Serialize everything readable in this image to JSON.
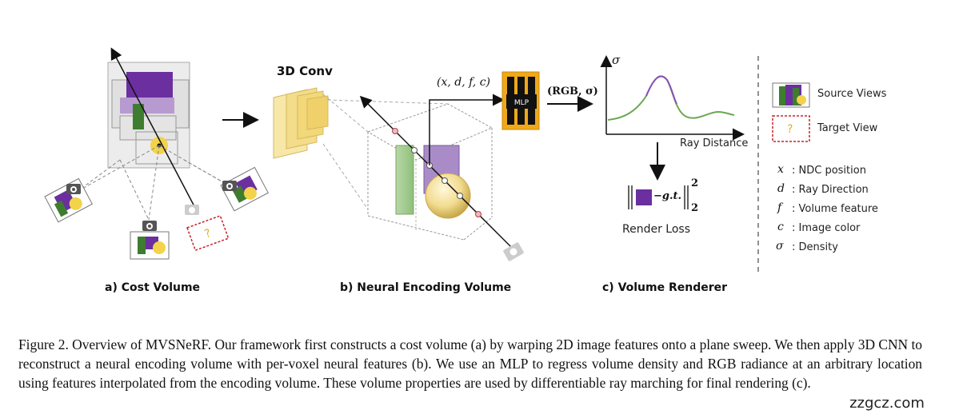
{
  "panels": {
    "a_label": "a) Cost Volume",
    "b_label": "b) Neural Encoding Volume",
    "c_label": "c) Volume Renderer"
  },
  "conv": {
    "label": "3D Conv"
  },
  "mlp": {
    "label": "MLP",
    "input_label": "(x, d, f, c)",
    "output_label": "(RGB, σ)"
  },
  "plot": {
    "y_label": "σ",
    "x_label": "Ray Distance"
  },
  "loss": {
    "label": "Render Loss",
    "gt": "−g.t.",
    "superscript": "2",
    "subscript": "2"
  },
  "target_mark": "?",
  "legend": {
    "source_views": "Source Views",
    "target_view": "Target View",
    "target_symbol": "?",
    "symbols": [
      {
        "symbol": "x",
        "text": ": NDC position"
      },
      {
        "symbol": "d",
        "text": ": Ray Direction"
      },
      {
        "symbol": "f",
        "text": ": Volume feature"
      },
      {
        "symbol": "c",
        "text": ": Image color"
      },
      {
        "symbol": "σ",
        "text": ": Density"
      }
    ]
  },
  "caption": "Figure 2. Overview of MVSNeRF. Our framework first constructs a cost volume (a) by warping 2D image features onto a plane sweep. We then apply 3D CNN to reconstruct a neural encoding volume with per-voxel neural features (b). We use an MLP to regress volume density and RGB radiance at an arbitrary location using features interpolated from the encoding volume. These volume properties are used by differentiable ray marching for final rendering (c).",
  "watermark": "zzgcz.com",
  "colors": {
    "purple": "#6b2fa0",
    "green": "#3e7d2f",
    "yellow": "#f2d34a",
    "mlp_orange": "#f0a818",
    "target_red": "#c8202a",
    "curve_green": "#6aa84f"
  }
}
